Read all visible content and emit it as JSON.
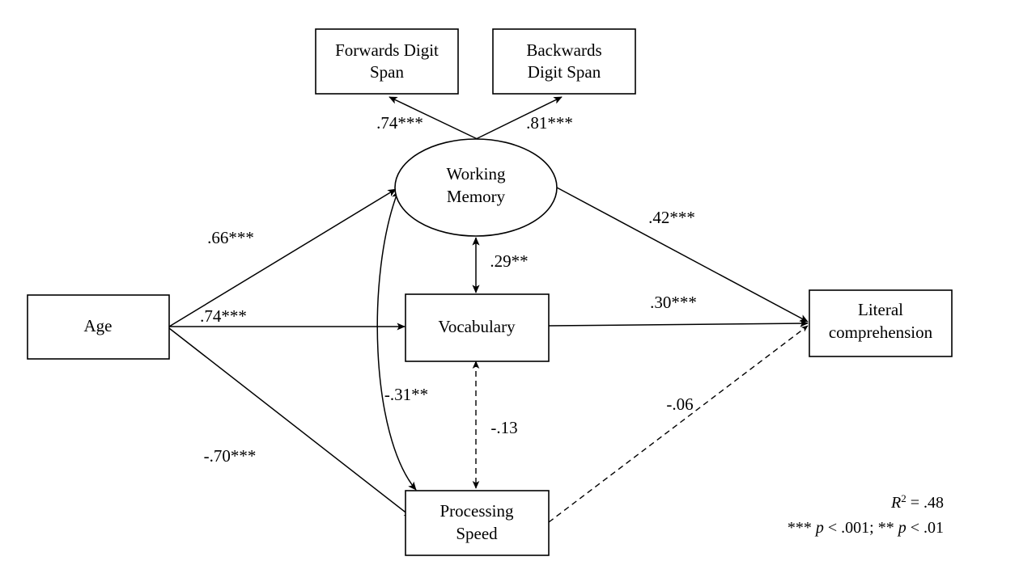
{
  "figure": {
    "type": "path-diagram",
    "description": "Structural equation model path diagram",
    "background_color": "#ffffff",
    "line_color": "#000000"
  },
  "nodes": {
    "forwards_digit_span": {
      "label_line1": "Forwards Digit",
      "label_line2": "Span",
      "shape": "rect"
    },
    "backwards_digit_span": {
      "label_line1": "Backwards",
      "label_line2": "Digit Span",
      "shape": "rect"
    },
    "working_memory": {
      "label_line1": "Working",
      "label_line2": "Memory",
      "shape": "ellipse"
    },
    "age": {
      "label_line1": "Age",
      "label_line2": "",
      "shape": "rect"
    },
    "vocabulary": {
      "label_line1": "Vocabulary",
      "label_line2": "",
      "shape": "rect"
    },
    "processing_speed": {
      "label_line1": "Processing",
      "label_line2": "Speed",
      "shape": "rect"
    },
    "literal_comprehension": {
      "label_line1": "Literal",
      "label_line2": "comprehension",
      "shape": "rect"
    }
  },
  "paths": [
    {
      "id": "wm-to-fds",
      "from": "working_memory",
      "to": "forwards_digit_span",
      "coefficient": ".74***",
      "style": "solid",
      "arrows": "single"
    },
    {
      "id": "wm-to-bds",
      "from": "working_memory",
      "to": "backwards_digit_span",
      "coefficient": ".81***",
      "style": "solid",
      "arrows": "single"
    },
    {
      "id": "age-to-wm",
      "from": "age",
      "to": "working_memory",
      "coefficient": ".66***",
      "style": "solid",
      "arrows": "single"
    },
    {
      "id": "age-to-vocab",
      "from": "age",
      "to": "vocabulary",
      "coefficient": ".74***",
      "style": "solid",
      "arrows": "single"
    },
    {
      "id": "age-to-ps",
      "from": "age",
      "to": "processing_speed",
      "coefficient": "-.70***",
      "style": "solid",
      "arrows": "single"
    },
    {
      "id": "wm-to-vocab",
      "from": "working_memory",
      "to": "vocabulary",
      "coefficient": ".29**",
      "style": "solid",
      "arrows": "double"
    },
    {
      "id": "wm-to-ps",
      "from": "working_memory",
      "to": "processing_speed",
      "coefficient": "-.31**",
      "style": "solid",
      "arrows": "double"
    },
    {
      "id": "vocab-to-ps",
      "from": "vocabulary",
      "to": "processing_speed",
      "coefficient": "-.13",
      "style": "dashed",
      "arrows": "double"
    },
    {
      "id": "wm-to-lc",
      "from": "working_memory",
      "to": "literal_comprehension",
      "coefficient": ".42***",
      "style": "solid",
      "arrows": "single"
    },
    {
      "id": "vocab-to-lc",
      "from": "vocabulary",
      "to": "literal_comprehension",
      "coefficient": ".30***",
      "style": "solid",
      "arrows": "single"
    },
    {
      "id": "ps-to-lc",
      "from": "processing_speed",
      "to": "literal_comprehension",
      "coefficient": "-.06",
      "style": "dashed",
      "arrows": "single"
    }
  ],
  "legend": {
    "r_squared_prefix": "R",
    "r_squared_exponent": "2",
    "r_squared_value": " = .48",
    "significance_p1": "*** ",
    "significance_p1_italic": "p",
    "significance_p1_rest": " < .001; ** ",
    "significance_p2_italic": "p",
    "significance_p2_rest": " < .01"
  }
}
